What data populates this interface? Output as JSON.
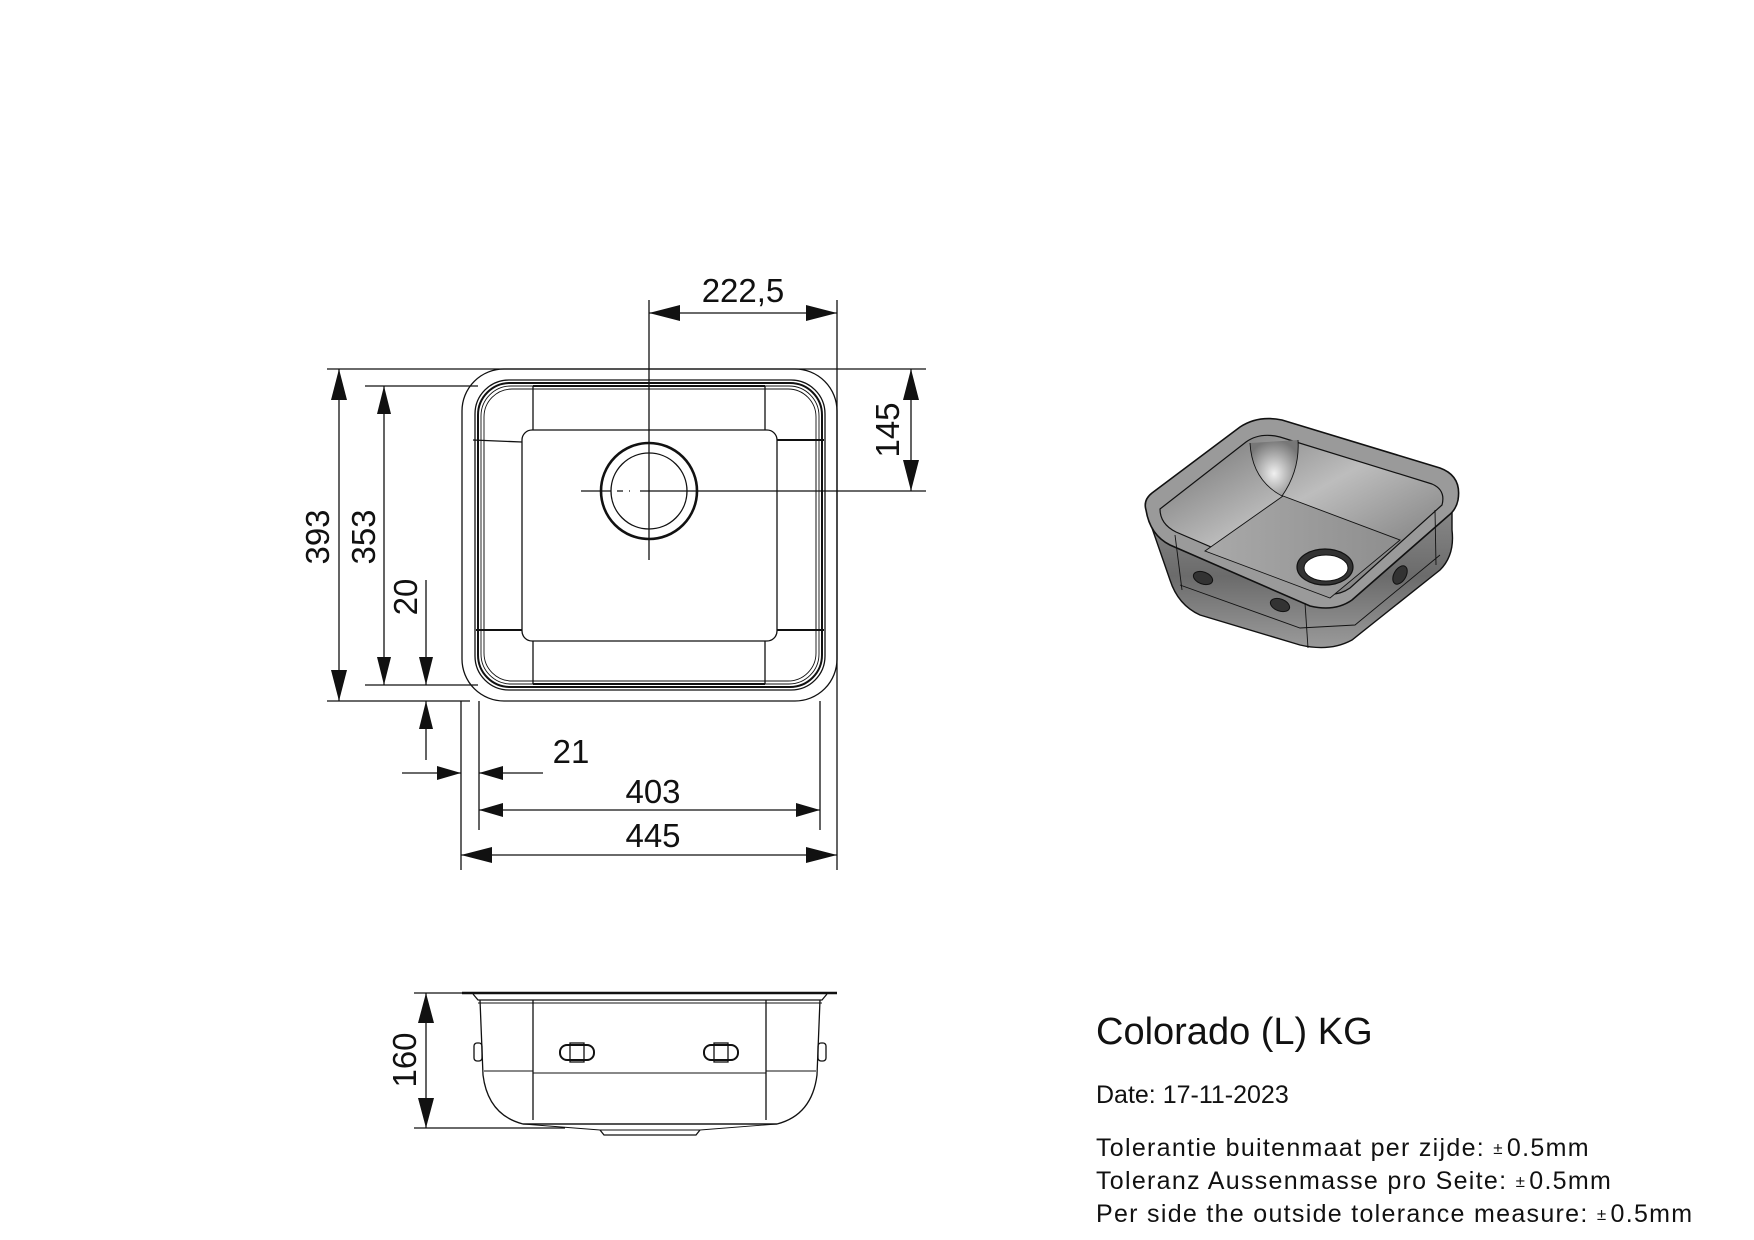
{
  "product": {
    "name": "Colorado (L) KG",
    "date_label": "Date: 17-11-2023"
  },
  "tolerances": [
    {
      "label": "Tolerantie buitenmaat per zijde:",
      "pm_symbol": "±",
      "value": "0.5mm"
    },
    {
      "label": "Toleranz Aussenmasse pro Seite:",
      "pm_symbol": "±",
      "value": "0.5mm"
    },
    {
      "label": "Per side the outside tolerance measure:",
      "pm_symbol": "±",
      "value": "0.5mm"
    }
  ],
  "plan_view": {
    "dimensions": {
      "drain_offset_x": "222,5",
      "drain_offset_y": "145",
      "outer_depth": "393",
      "inner_depth": "353",
      "rim_front": "20",
      "rim_side": "21",
      "inner_width": "403",
      "outer_width": "445"
    }
  },
  "side_view": {
    "dimensions": {
      "height": "160"
    }
  },
  "iso_view": {
    "label": "3d-isometric-sink-render"
  },
  "colors": {
    "line": "#111111",
    "background": "#ffffff",
    "render_dark": "#4a4a4a",
    "render_mid": "#8c8c8c",
    "render_light": "#d9d9d9"
  }
}
